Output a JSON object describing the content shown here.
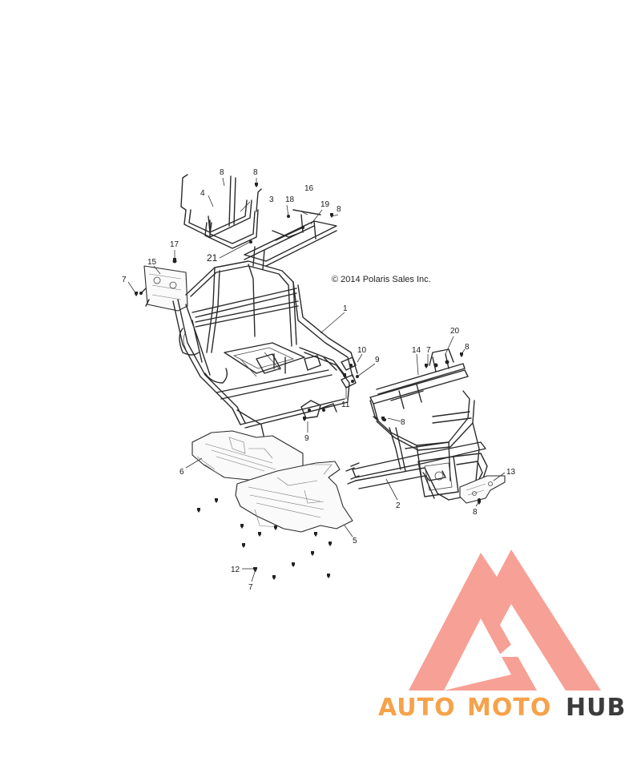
{
  "copyright": "© 2014 Polaris Sales Inc.",
  "callouts": [
    "8",
    "8",
    "4",
    "3",
    "16",
    "18",
    "19",
    "8",
    "21",
    "17",
    "15",
    "7",
    "1",
    "20",
    "14",
    "7",
    "8",
    "10",
    "9",
    "11",
    "9",
    "8",
    "6",
    "2",
    "13",
    "8",
    "5",
    "12",
    "7"
  ],
  "watermark": {
    "part1": "AUTO",
    "part2": "MOTO",
    "part3": "HUB",
    "color_light": "#f7a096",
    "color_orange": "#f6a24a",
    "color_dark": "#3c3c3c"
  }
}
